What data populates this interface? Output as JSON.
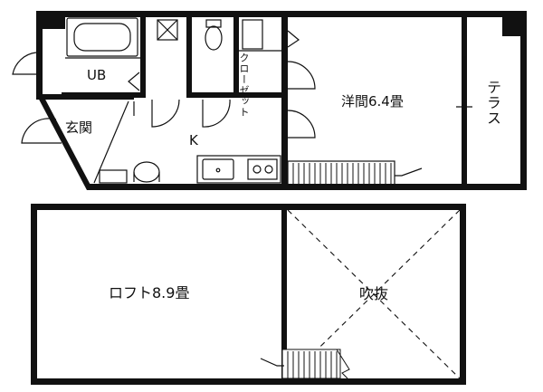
{
  "floorplan": {
    "labels": {
      "ub": "UB",
      "closet": "クローゼット",
      "genkan": "玄関",
      "kitchen": "K",
      "western_room": "洋間6.4畳",
      "terrace": "テラス",
      "loft": "ロフト8.9畳",
      "fukinuke": "吹抜"
    }
  }
}
